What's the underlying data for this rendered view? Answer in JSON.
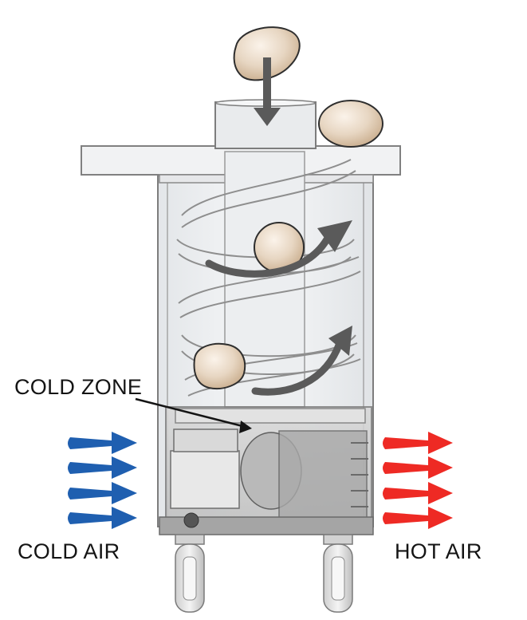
{
  "labels": {
    "cold_zone": "COLD ZONE",
    "cold_air": "COLD AIR",
    "hot_air": "HOT AIR"
  },
  "colors": {
    "cold_arrow": "#1f5fb0",
    "hot_arrow": "#ee2a24",
    "flow_arrow": "#5a5a5a",
    "machine_outline": "#7d7d7d",
    "glass_tint": "#eef0f2",
    "cold_zone_fill": "#c9c9c9",
    "dough_fill": "#e7d6c2"
  },
  "icons": {
    "cold_air_arrows": "right-arrow-icon",
    "hot_air_arrows": "right-arrow-icon",
    "feed_arrow": "down-arrow-icon",
    "flow_arrows": "curved-arrow-icon"
  }
}
